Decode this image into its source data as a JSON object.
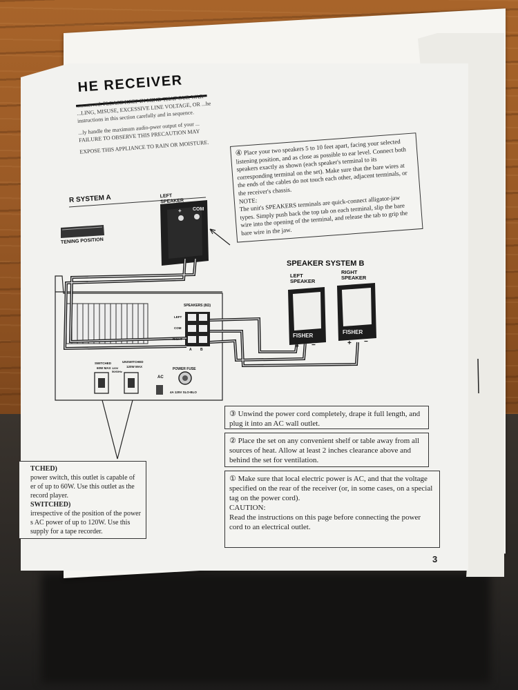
{
  "page": {
    "title": "HE RECEIVER",
    "page_number": "3",
    "intro": [
      "...noserved. PLEASE KEEP IN MIND THAT OUR WAR- ...LING, MISUSE, EXCESSIVE LINE VOLTAGE, OR ...he instructions in this section carefully and in sequence.",
      "...ly handle the maximum audio-pwer output of your ... FAILURE TO OBSERVE THIS PRECAUTION MAY",
      "EXPOSE THIS APPLIANCE TO RAIN OR MOISTURE."
    ]
  },
  "diagram": {
    "speaker_system_a": "R SYSTEM A",
    "listening_position": "TENING POSITION",
    "left_speaker_a": "LEFT SPEAKER",
    "terminal_plus": "+",
    "terminal_com": "COM",
    "speaker_system_b": "SPEAKER SYSTEM B",
    "left_speaker_b": "LEFT SPEAKER",
    "right_speaker_b": "RIGHT SPEAKER",
    "brand_left": "FISHER",
    "brand_right": "FISHER",
    "plus": "+",
    "minus": "−",
    "speakers_panel": "SPEAKERS (8Ω)",
    "row_left": "LEFT",
    "row_com": "COM",
    "row_right": "RIGHT",
    "terminal_a": "A",
    "terminal_b": "B",
    "outlet_switched": "SWITCHED",
    "outlet_switched_rating": "60W MAX",
    "outlet_unswitched": "UNSWITCHED",
    "outlet_unswitched_rating": "120W MAX",
    "outlet_voltage": "120V 50/60Hz",
    "ac_label": "AC",
    "power_fuse": "POWER FUSE",
    "fuse_rating": "4A 125V SLO-BLO"
  },
  "steps": {
    "step4": {
      "num": "④",
      "text": "Place your two speakers 5 to 10 feet apart, facing your selected listening position, and as close as possible to ear level. Connect both speakers exactly as shown (each speaker's terminal to its corresponding terminal on the set). Make sure that the bare wires at the ends of the cables do not touch each other, adjacent terminals, or the receiver's chassis.",
      "note_label": "NOTE:",
      "note": "The unit's SPEAKERS terminals are quick-connect alligator-jaw types. Simply push back the top tab on each terminal, slip the bare wire into the opening of the terminal, and release the tab to grip the bare wire in the jaw."
    },
    "step3": {
      "num": "③",
      "text": "Unwind the power cord completely, drape it full length, and plug it into an AC wall outlet."
    },
    "step2": {
      "num": "②",
      "text": "Place the set on any convenient shelf or table away from all sources of heat. Allow at least 2 inches clearance above and behind the set for ventilation."
    },
    "step1": {
      "num": "①",
      "text": "Make sure that local electric power is AC, and that the voltage specified on the rear of the receiver (or, in some cases, on a special tag on the power cord).",
      "caution_label": "CAUTION:",
      "caution": "Read the instructions on this page before connecting the power cord to an electrical outlet."
    }
  },
  "outlets": {
    "switched_heading": "TCHED)",
    "switched_text": "power switch, this outlet is capable of er of up to 60W. Use this outlet as the record player.",
    "unswitched_heading": "SWITCHED)",
    "unswitched_text": "irrespective of the position of the power s AC power of up to 120W. Use this supply for a tape recorder."
  }
}
